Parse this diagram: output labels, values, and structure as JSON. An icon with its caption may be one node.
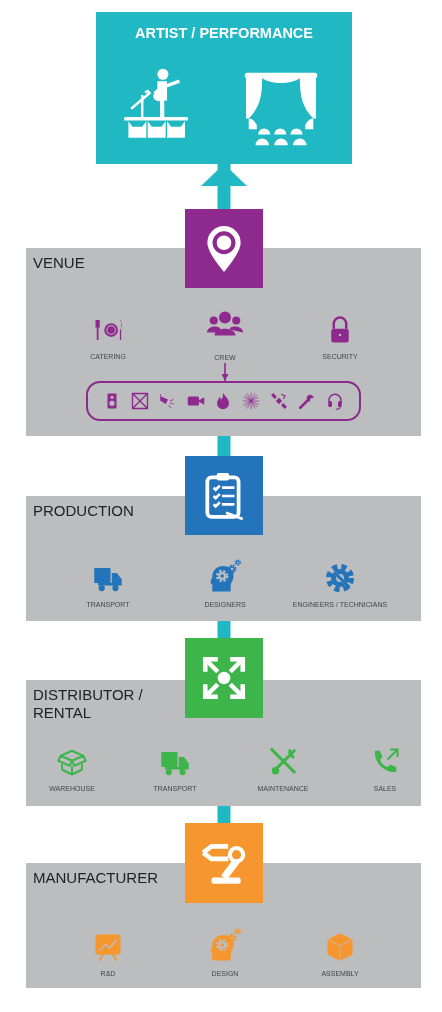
{
  "diagram": {
    "nodes": [
      {
        "text": [
          "ARTIST / PERFORMANCE"
        ]
      },
      {
        "text": [],
        "shape": "box"
      },
      {
        "text": [
          "VENUE"
        ]
      },
      {
        "text": [
          "CREW"
        ],
        "in": 2
      },
      {
        "text": [],
        "shape": "box",
        "in": 2
      },
      {
        "text": [],
        "shape": "box"
      },
      {
        "text": [
          "PRODUCTION"
        ]
      },
      {
        "text": [],
        "shape": "box"
      },
      {
        "text": [
          "DISTRIBUTOR / RENTAL"
        ]
      },
      {
        "text": [],
        "shape": "box"
      },
      {
        "text": [
          "MANUFACTURER"
        ]
      }
    ],
    "edges": [
      {
        "from": 9,
        "to": 8,
        "arrow": "none"
      },
      {
        "from": 7,
        "to": 6,
        "arrow": "none"
      },
      {
        "from": 5,
        "to": 2,
        "arrow": "none"
      },
      {
        "from": 1,
        "to": 0,
        "arrow": "to"
      },
      {
        "from": 3,
        "to": 4,
        "arrow": "to",
        "color": "#8e2a8e"
      }
    ],
    "labels": [
      "CATERING",
      "SECURITY",
      "TRANSPORT",
      "DESIGNERS",
      "ENGINEERS / TECHNICIANS",
      "WAREHOUSE",
      "TRANSPORT",
      "MAINTENANCE",
      "SALES",
      "R&D",
      "DESIGN",
      "ASSEMBLY"
    ]
  }
}
